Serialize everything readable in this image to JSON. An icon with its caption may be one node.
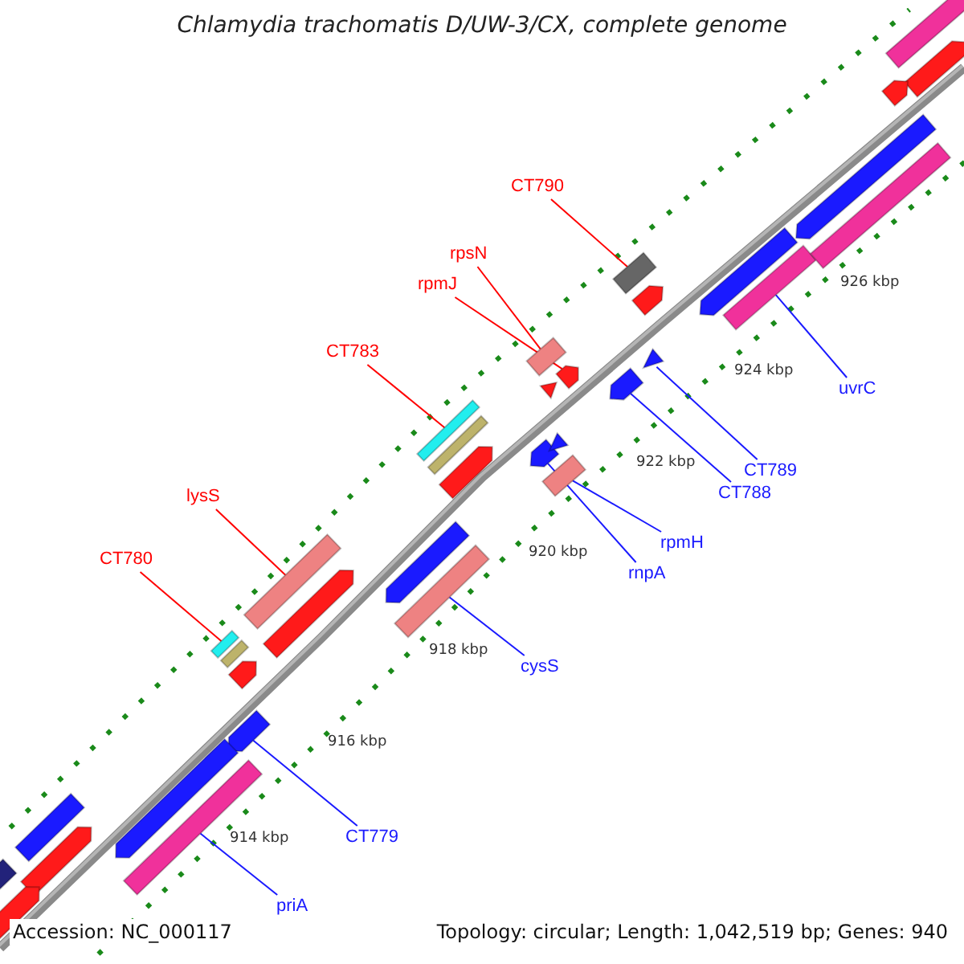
{
  "diagram": {
    "title": "Chlamydia trachomatis D/UW-3/CX, complete genome",
    "nodes": [
      {
        "text": [
          "CT790"
        ]
      },
      {
        "text": [],
        "shape": "bar"
      },
      {
        "text": [
          "rpsN"
        ]
      },
      {
        "text": [],
        "shape": "bar"
      },
      {
        "text": [
          "rpmJ"
        ]
      },
      {
        "text": [],
        "shape": "bar"
      },
      {
        "text": [
          "CT783"
        ]
      },
      {
        "text": [],
        "shape": "bar"
      },
      {
        "text": [
          "uvrC"
        ]
      },
      {
        "text": [],
        "shape": "bar"
      },
      {
        "text": [
          "CT789"
        ]
      },
      {
        "text": [],
        "shape": "bar"
      },
      {
        "text": [
          "CT788"
        ]
      },
      {
        "text": [],
        "shape": "bar"
      },
      {
        "text": [
          "lysS"
        ]
      },
      {
        "text": [],
        "shape": "bar"
      },
      {
        "text": [
          "rpmH"
        ]
      },
      {
        "text": [],
        "shape": "bar"
      },
      {
        "text": [
          "rnpA"
        ]
      },
      {
        "text": [],
        "shape": "bar"
      },
      {
        "text": [
          "CT780"
        ]
      },
      {
        "text": [],
        "shape": "bar"
      },
      {
        "text": [
          "cysS"
        ]
      },
      {
        "text": [],
        "shape": "bar"
      },
      {
        "text": [
          "CT779"
        ]
      },
      {
        "text": [],
        "shape": "bar"
      },
      {
        "text": [
          "priA"
        ]
      },
      {
        "text": [],
        "shape": "bar"
      },
      {
        "text": [],
        "shape": "bar"
      },
      {
        "text": [],
        "shape": "bar"
      },
      {
        "text": [],
        "shape": "bar"
      },
      {
        "text": [],
        "shape": "bar"
      },
      {
        "text": [],
        "shape": "bar"
      },
      {
        "text": [],
        "shape": "bar"
      },
      {
        "text": [],
        "shape": "bar"
      },
      {
        "text": [],
        "shape": "bar"
      },
      {
        "text": [],
        "shape": "bar"
      },
      {
        "text": [],
        "shape": "bar"
      },
      {
        "text": [],
        "shape": "bar"
      },
      {
        "text": [],
        "shape": "bar"
      },
      {
        "text": [],
        "shape": "bar"
      },
      {
        "text": [],
        "shape": "bar"
      },
      {
        "text": [],
        "shape": "bar"
      },
      {
        "text": [],
        "shape": "bar"
      },
      {
        "text": [],
        "shape": "bar"
      },
      {
        "text": [],
        "shape": "bar"
      },
      {
        "text": [],
        "shape": "bar"
      },
      {
        "text": [],
        "shape": "bar"
      }
    ],
    "edges": [
      {
        "from": 0,
        "to": 1,
        "arrow": "none",
        "color": "#ff0000"
      },
      {
        "from": 2,
        "to": 3,
        "arrow": "none",
        "color": "#ff0000"
      },
      {
        "from": 4,
        "to": 5,
        "arrow": "none",
        "color": "#ff0000"
      },
      {
        "from": 6,
        "to": 7,
        "arrow": "none",
        "color": "#ff0000"
      },
      {
        "from": 8,
        "to": 9,
        "arrow": "none"
      },
      {
        "from": 10,
        "to": 11,
        "arrow": "none"
      },
      {
        "from": 12,
        "to": 13,
        "arrow": "none"
      },
      {
        "from": 14,
        "to": 15,
        "arrow": "none",
        "color": "#ff0000"
      },
      {
        "from": 16,
        "to": 17,
        "arrow": "none"
      },
      {
        "from": 18,
        "to": 19,
        "arrow": "none"
      },
      {
        "from": 20,
        "to": 21,
        "arrow": "none",
        "color": "#ff0000"
      },
      {
        "from": 22,
        "to": 23,
        "arrow": "none"
      },
      {
        "from": 24,
        "to": 25,
        "arrow": "none"
      },
      {
        "from": 26,
        "to": 27,
        "arrow": "none"
      }
    ],
    "labels": [
      "926 kbp",
      "924 kbp",
      "922 kbp",
      "920 kbp",
      "918 kbp",
      "916 kbp",
      "914 kbp",
      "Accession: NC_000117",
      "Topology: circular; Length: 1,042,519 bp; Genes: 940"
    ]
  }
}
